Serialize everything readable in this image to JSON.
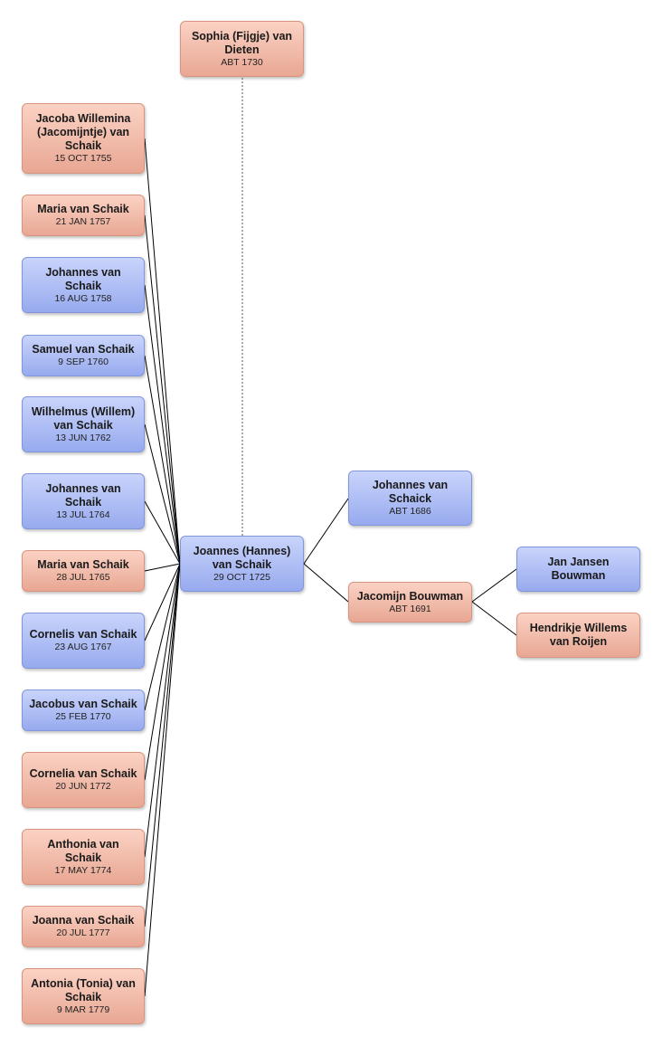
{
  "persons": {
    "sophia": {
      "name": "Sophia (Fijgje) van Dieten",
      "date": "ABT 1730"
    },
    "joannes": {
      "name": "Joannes (Hannes) van Schaik",
      "date": "29 OCT 1725"
    },
    "johannes_father": {
      "name": "Johannes van Schaick",
      "date": "ABT 1686"
    },
    "jacomijn": {
      "name": "Jacomijn Bouwman",
      "date": "ABT 1691"
    },
    "jan": {
      "name": "Jan Jansen Bouwman",
      "date": ""
    },
    "hendrikje": {
      "name": "Hendrikje Willems van Roijen",
      "date": ""
    }
  },
  "children": [
    {
      "name": "Jacoba Willemina (Jacomijntje) van Schaik",
      "date": "15 OCT 1755",
      "sex": "f"
    },
    {
      "name": "Maria van Schaik",
      "date": "21 JAN 1757",
      "sex": "f"
    },
    {
      "name": "Johannes van Schaik",
      "date": "16 AUG 1758",
      "sex": "m"
    },
    {
      "name": "Samuel van Schaik",
      "date": "9 SEP 1760",
      "sex": "m"
    },
    {
      "name": "Wilhelmus (Willem) van Schaik",
      "date": "13 JUN 1762",
      "sex": "m"
    },
    {
      "name": "Johannes van Schaik",
      "date": "13 JUL 1764",
      "sex": "m"
    },
    {
      "name": "Maria van Schaik",
      "date": "28 JUL 1765",
      "sex": "f"
    },
    {
      "name": "Cornelis van Schaik",
      "date": "23 AUG 1767",
      "sex": "m"
    },
    {
      "name": "Jacobus van Schaik",
      "date": "25 FEB 1770",
      "sex": "m"
    },
    {
      "name": "Cornelia van Schaik",
      "date": "20 JUN 1772",
      "sex": "f"
    },
    {
      "name": "Anthonia van Schaik",
      "date": "17 MAY 1774",
      "sex": "f"
    },
    {
      "name": "Joanna van Schaik",
      "date": "20 JUL 1777",
      "sex": "f"
    },
    {
      "name": "Antonia (Tonia) van Schaik",
      "date": "9 MAR 1779",
      "sex": "f"
    }
  ],
  "colors": {
    "female": "#e8a793",
    "male": "#97aaee",
    "line": "#000000"
  }
}
